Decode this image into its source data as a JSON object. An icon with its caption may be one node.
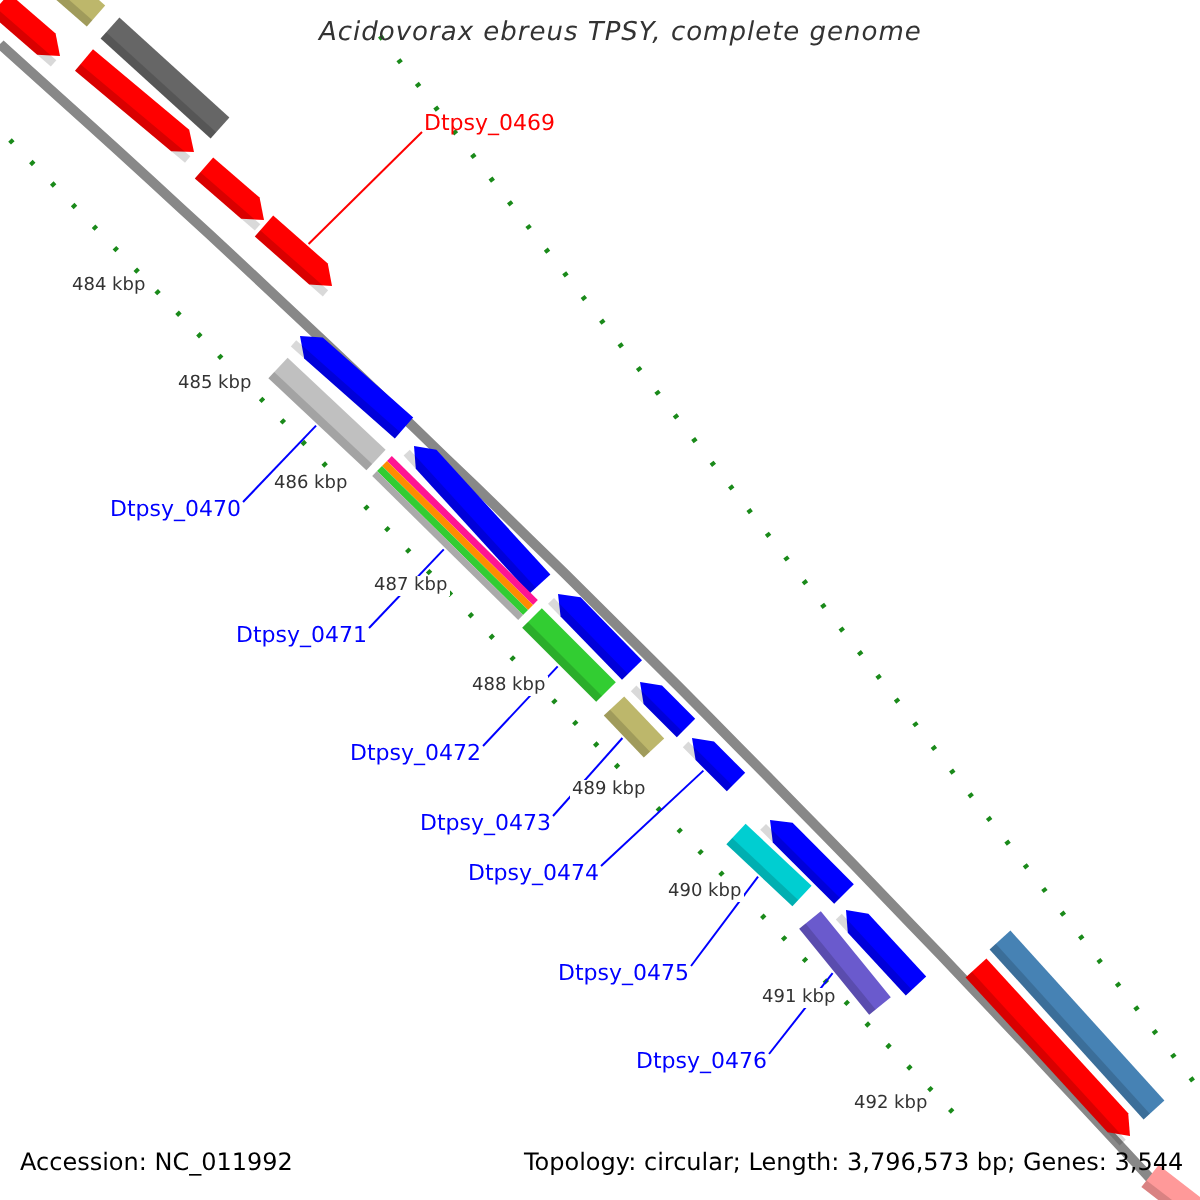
{
  "diagram": {
    "title": "Acidovorax ebreus TPSY, complete genome",
    "nodes": [
      {
        "text": [],
        "shape": "bar"
      },
      {
        "text": [],
        "shape": "bar"
      },
      {
        "text": [],
        "shape": "bar"
      },
      {
        "text": [],
        "shape": "bar"
      },
      {
        "text": [],
        "shape": "bar"
      },
      {
        "text": [
          "Dtpsy_0469"
        ]
      },
      {
        "text": [],
        "shape": "bar"
      },
      {
        "text": [],
        "shape": "bar"
      },
      {
        "text": [],
        "shape": "bar"
      },
      {
        "text": [
          "Dtpsy_0470"
        ]
      },
      {
        "text": [],
        "shape": "bar"
      },
      {
        "text": [],
        "shape": "bar"
      },
      {
        "text": [
          "Dtpsy_0471"
        ]
      },
      {
        "text": [],
        "shape": "bar"
      },
      {
        "text": [],
        "shape": "bar"
      },
      {
        "text": [
          "Dtpsy_0472"
        ]
      },
      {
        "text": [],
        "shape": "bar"
      },
      {
        "text": [],
        "shape": "bar"
      },
      {
        "text": [
          "Dtpsy_0473"
        ]
      },
      {
        "text": [],
        "shape": "bar"
      },
      {
        "text": [
          "Dtpsy_0474"
        ]
      },
      {
        "text": [],
        "shape": "bar"
      },
      {
        "text": [],
        "shape": "bar"
      },
      {
        "text": [
          "Dtpsy_0475"
        ]
      },
      {
        "text": [],
        "shape": "bar"
      },
      {
        "text": [],
        "shape": "bar"
      },
      {
        "text": [
          "Dtpsy_0476"
        ]
      },
      {
        "text": [],
        "shape": "bar"
      },
      {
        "text": [],
        "shape": "bar"
      },
      {
        "text": [],
        "shape": "bar"
      }
    ],
    "edges": [
      {
        "from": 5,
        "to": 6,
        "arrow": "none",
        "color": "#ff0000"
      },
      {
        "from": 9,
        "to": 8,
        "arrow": "none"
      },
      {
        "from": 12,
        "to": 11,
        "arrow": "none"
      },
      {
        "from": 15,
        "to": 14,
        "arrow": "none"
      },
      {
        "from": 18,
        "to": 16,
        "arrow": "none"
      },
      {
        "from": 20,
        "to": 19,
        "arrow": "none"
      },
      {
        "from": 23,
        "to": 21,
        "arrow": "none"
      },
      {
        "from": 26,
        "to": 24,
        "arrow": "none"
      }
    ],
    "labels": [
      "484 kbp",
      "485 kbp",
      "486 kbp",
      "487 kbp",
      "488 kbp",
      "489 kbp",
      "490 kbp",
      "491 kbp",
      "492 kbp",
      "Accession: NC_011992",
      "Topology: circular; Length: 3,796,573 bp; Genes: 3,544"
    ]
  }
}
